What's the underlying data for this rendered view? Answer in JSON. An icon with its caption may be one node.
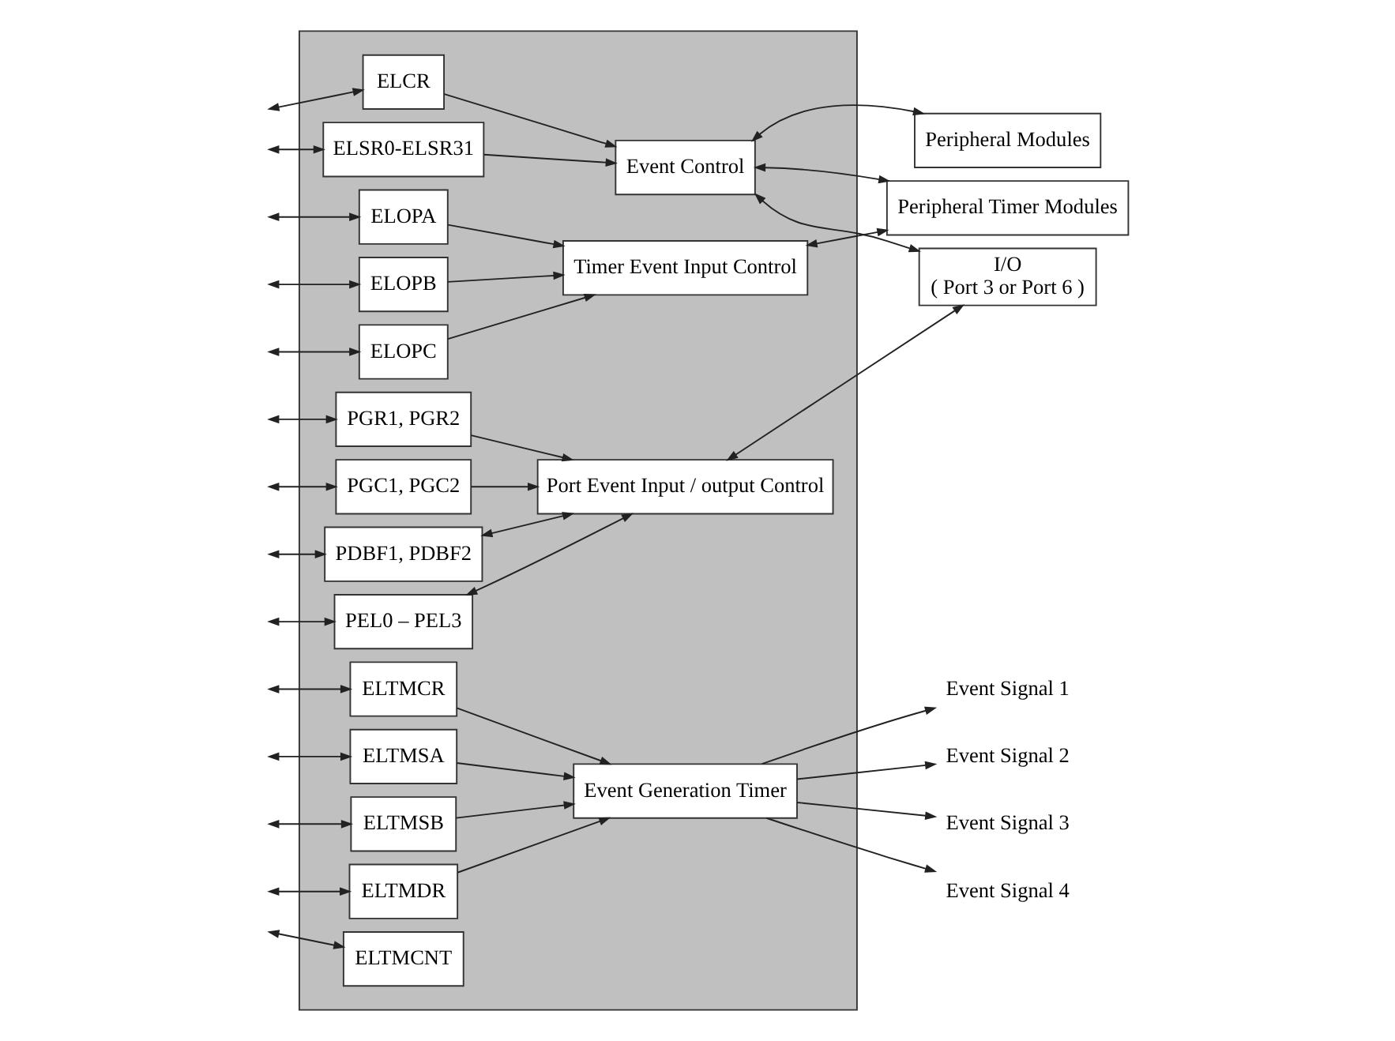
{
  "diagram": {
    "nodes": [
      {
        "text": [],
        "shape": "box"
      },
      {
        "text": [
          "ELCR"
        ],
        "in": 0
      },
      {
        "text": [
          "ELSR0-ELSR31"
        ],
        "in": 0
      },
      {
        "text": [
          "Event Control"
        ],
        "in": 0
      },
      {
        "text": [
          "ELOPA"
        ],
        "in": 0
      },
      {
        "text": [
          "ELOPB"
        ],
        "in": 0
      },
      {
        "text": [
          "ELOPC"
        ],
        "in": 0
      },
      {
        "text": [
          "Timer Event Input Control"
        ],
        "in": 0
      },
      {
        "text": [
          "PGR1, PGR2"
        ],
        "in": 0
      },
      {
        "text": [
          "PGC1, PGC2"
        ],
        "in": 0
      },
      {
        "text": [
          "PDBF1, PDBF2"
        ],
        "in": 0
      },
      {
        "text": [
          "PEL0 – PEL3"
        ],
        "in": 0
      },
      {
        "text": [
          "Port Event Input / output Control"
        ],
        "in": 0
      },
      {
        "text": [
          "ELTMCR"
        ],
        "in": 0
      },
      {
        "text": [
          "ELTMSA"
        ],
        "in": 0
      },
      {
        "text": [
          "ELTMSB"
        ],
        "in": 0
      },
      {
        "text": [
          "ELTMDR"
        ],
        "in": 0
      },
      {
        "text": [
          "Event Generation Timer"
        ],
        "in": 0
      },
      {
        "text": [
          "ELTMCNT"
        ],
        "in": 0
      },
      {
        "text": [
          "Peripheral Modules"
        ]
      },
      {
        "text": [
          "Peripheral Timer Modules"
        ]
      },
      {
        "text": [
          "I/O",
          "( Port 3 or Port 6 )"
        ]
      },
      {
        "text": [
          "Event Signal 1"
        ]
      },
      {
        "text": [
          "Event Signal 2"
        ]
      },
      {
        "text": [
          "Event Signal 3"
        ]
      },
      {
        "text": [
          "Event Signal 4"
        ]
      }
    ],
    "edges": [
      {
        "from": null,
        "to": 1,
        "arrow": "both"
      },
      {
        "from": null,
        "to": 2,
        "arrow": "both"
      },
      {
        "from": null,
        "to": 4,
        "arrow": "both"
      },
      {
        "from": null,
        "to": 5,
        "arrow": "both"
      },
      {
        "from": null,
        "to": 6,
        "arrow": "both"
      },
      {
        "from": null,
        "to": 8,
        "arrow": "both"
      },
      {
        "from": null,
        "to": 9,
        "arrow": "both"
      },
      {
        "from": null,
        "to": 10,
        "arrow": "both"
      },
      {
        "from": null,
        "to": 11,
        "arrow": "both"
      },
      {
        "from": null,
        "to": 13,
        "arrow": "both"
      },
      {
        "from": null,
        "to": 14,
        "arrow": "both"
      },
      {
        "from": null,
        "to": 15,
        "arrow": "both"
      },
      {
        "from": null,
        "to": 16,
        "arrow": "both"
      },
      {
        "from": null,
        "to": 18,
        "arrow": "both"
      },
      {
        "from": 1,
        "to": 3,
        "arrow": "to"
      },
      {
        "from": 2,
        "to": 3,
        "arrow": "to"
      },
      {
        "from": 4,
        "to": 7,
        "arrow": "to"
      },
      {
        "from": 5,
        "to": 7,
        "arrow": "to"
      },
      {
        "from": 6,
        "to": 7,
        "arrow": "to"
      },
      {
        "from": 8,
        "to": 12,
        "arrow": "to"
      },
      {
        "from": 9,
        "to": 12,
        "arrow": "to"
      },
      {
        "from": 10,
        "to": 12,
        "arrow": "both"
      },
      {
        "from": 11,
        "to": 12,
        "arrow": "both"
      },
      {
        "from": 13,
        "to": 17,
        "arrow": "to"
      },
      {
        "from": 14,
        "to": 17,
        "arrow": "to"
      },
      {
        "from": 15,
        "to": 17,
        "arrow": "to"
      },
      {
        "from": 16,
        "to": 17,
        "arrow": "to"
      },
      {
        "from": 3,
        "to": 19,
        "arrow": "both"
      },
      {
        "from": 3,
        "to": 20,
        "arrow": "both"
      },
      {
        "from": 3,
        "to": 21,
        "arrow": "both"
      },
      {
        "from": 7,
        "to": 20,
        "arrow": "both"
      },
      {
        "from": 12,
        "to": 21,
        "arrow": "both"
      },
      {
        "from": 17,
        "to": 22,
        "arrow": "to"
      },
      {
        "from": 17,
        "to": 23,
        "arrow": "to"
      },
      {
        "from": 17,
        "to": 24,
        "arrow": "to"
      },
      {
        "from": 17,
        "to": 25,
        "arrow": "to"
      }
    ]
  }
}
